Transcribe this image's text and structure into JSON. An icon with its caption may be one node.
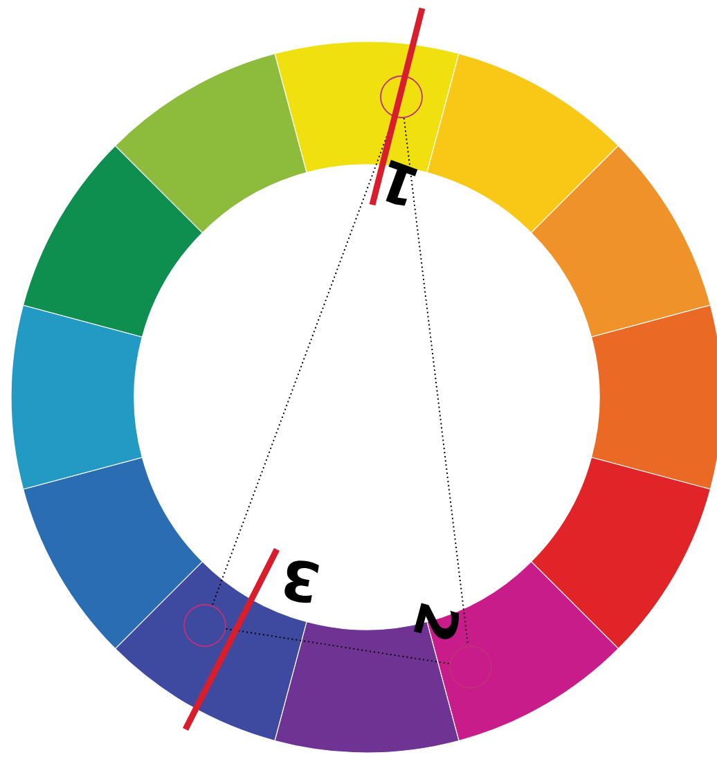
{
  "diagram": {
    "nodes": [
      {
        "text": [],
        "shape": "circle"
      },
      {
        "text": [],
        "shape": "circle"
      },
      {
        "text": [],
        "shape": "circle"
      }
    ],
    "edges": [
      {
        "from": 0,
        "to": 1,
        "arrow": "none"
      },
      {
        "from": 0,
        "to": 2,
        "arrow": "none"
      },
      {
        "from": 1,
        "to": 2,
        "arrow": "none"
      }
    ],
    "labels": [
      "1",
      "3",
      "2"
    ]
  }
}
